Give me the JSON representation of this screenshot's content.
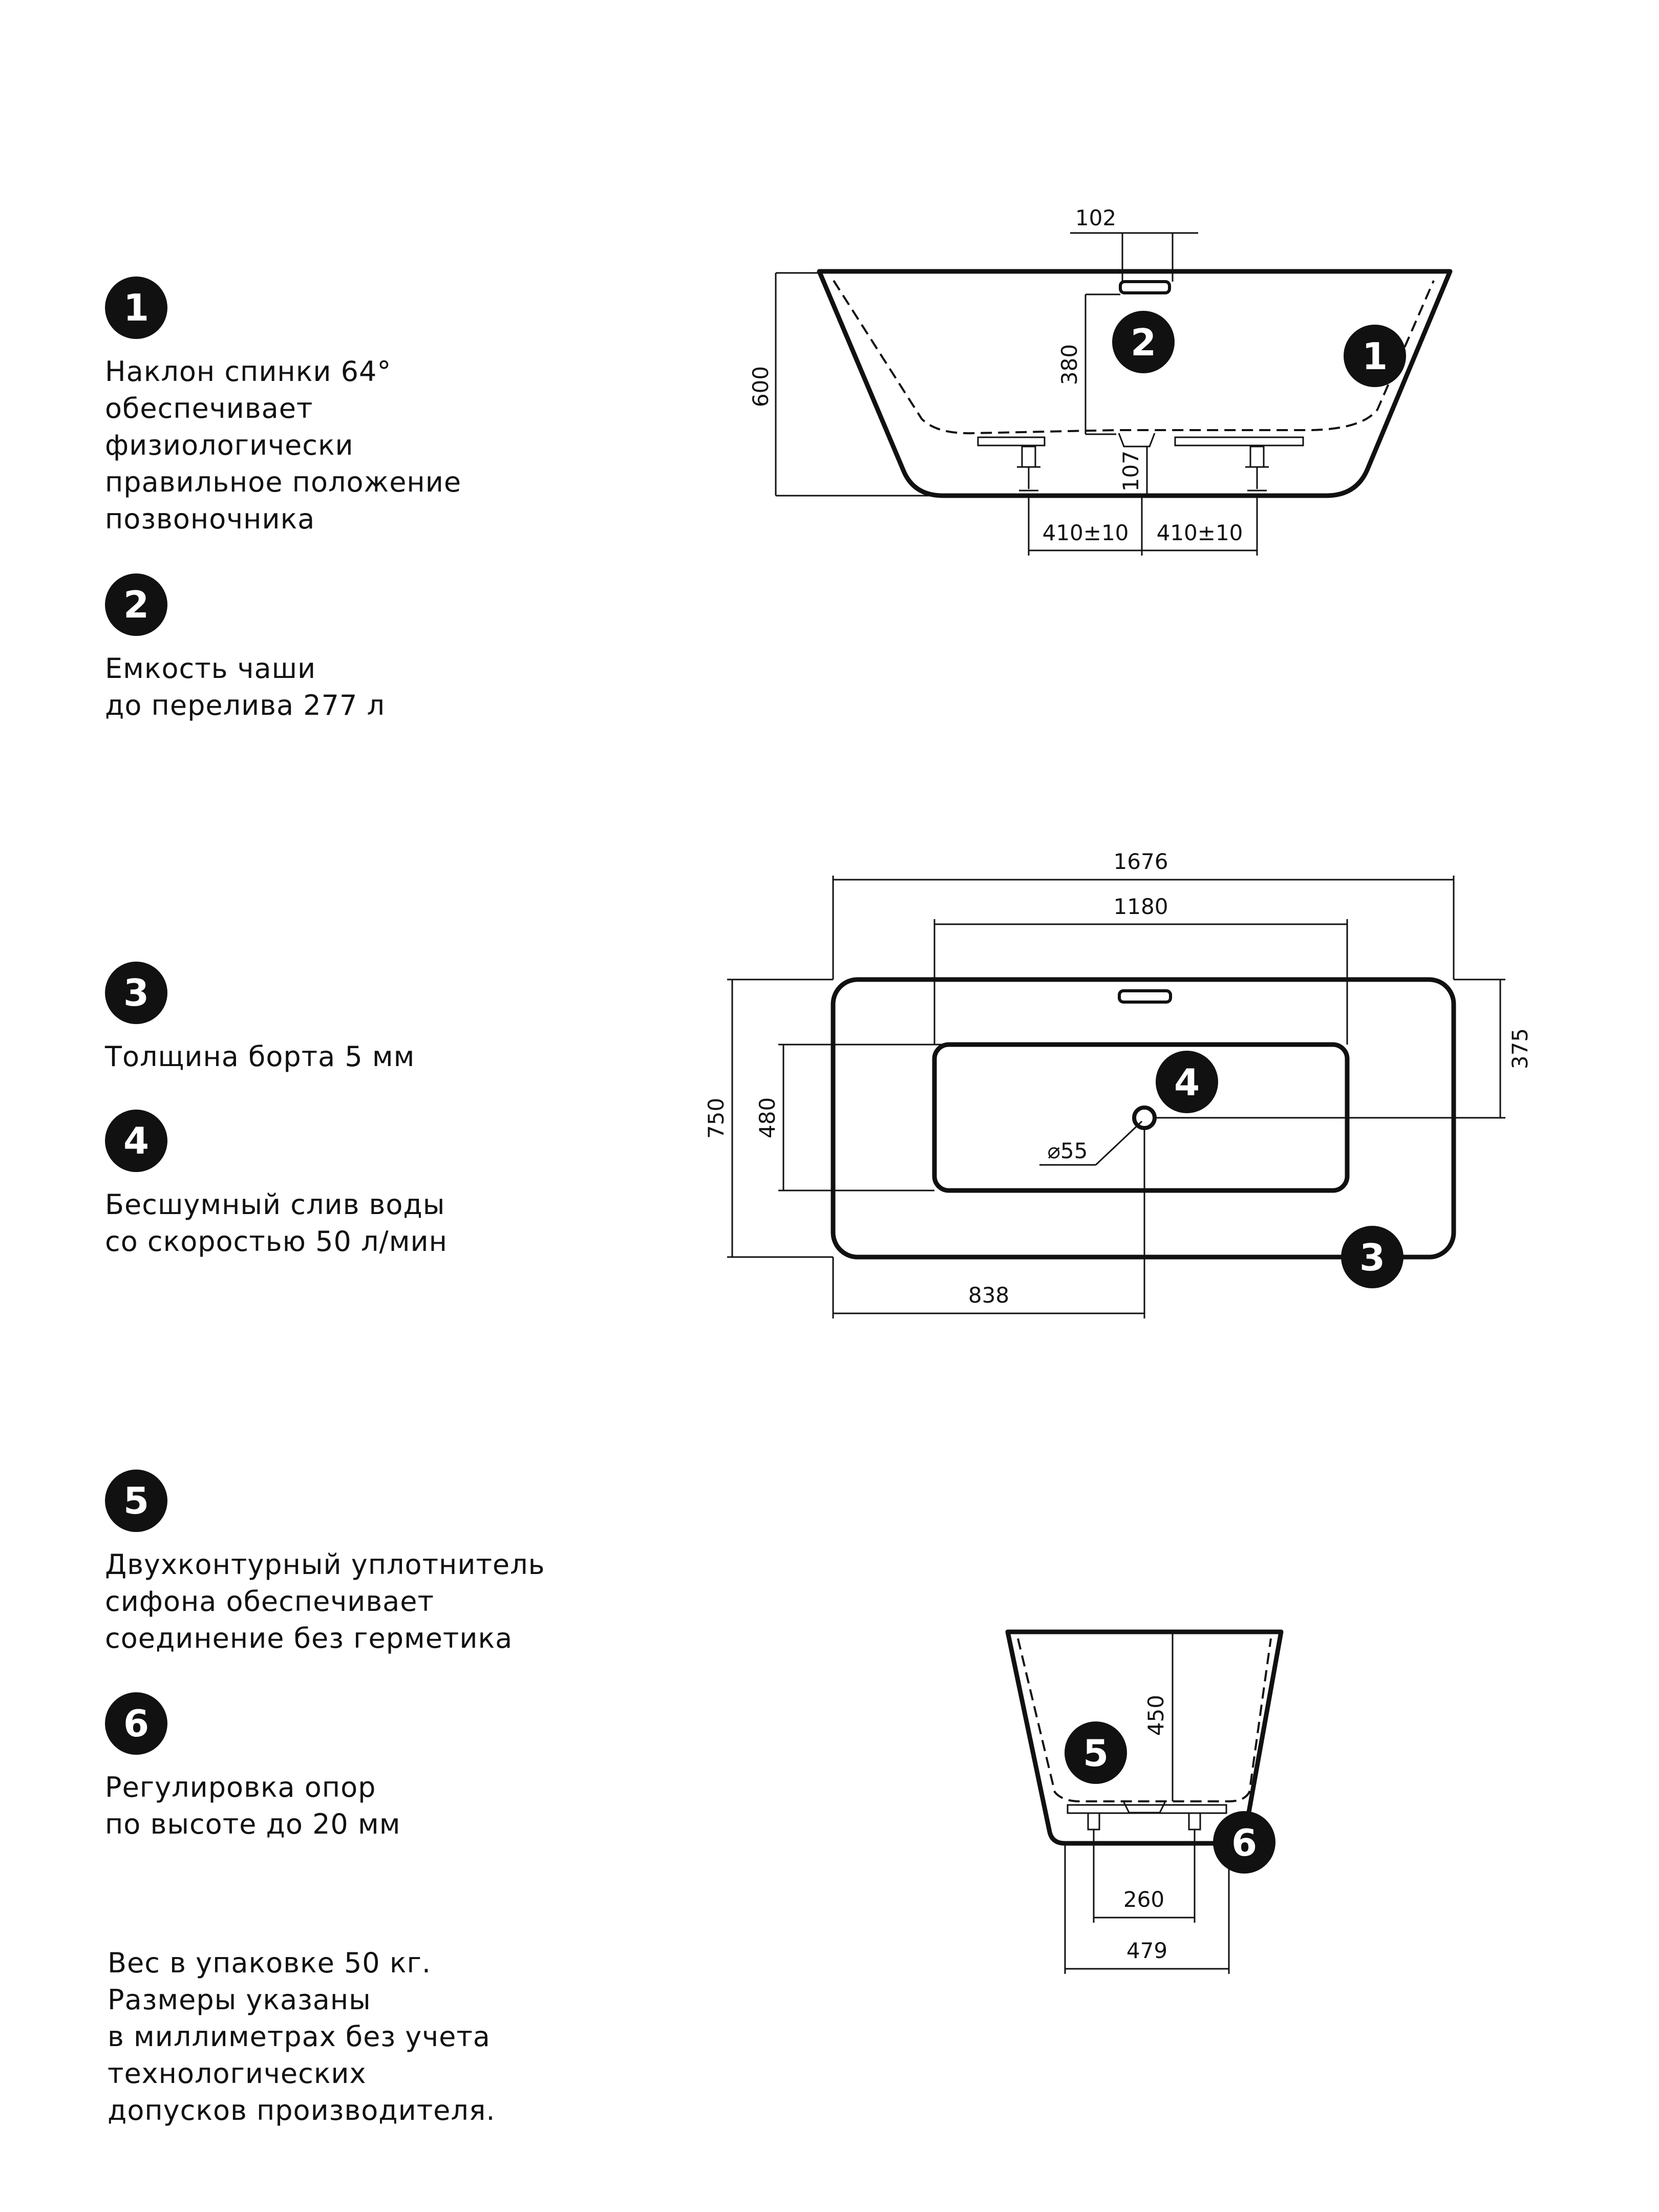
{
  "features": [
    {
      "num": "1",
      "text": "Наклон спинки 64°\nобеспечивает\nфизиологически\nправильное положение\nпозвоночника"
    },
    {
      "num": "2",
      "text": "Емкость чаши\nдо перелива 277 л"
    },
    {
      "num": "3",
      "text": "Толщина борта 5 мм"
    },
    {
      "num": "4",
      "text": "Бесшумный слив воды\nсо скоростью 50 л/мин"
    },
    {
      "num": "5",
      "text": "Двухконтурный уплотнитель\nсифона обеспечивает\nсоединение без герметика"
    },
    {
      "num": "6",
      "text": "Регулировка опор\nпо высоте до 20 мм"
    }
  ],
  "note": "Вес в упаковке 50 кг.\nРазмеры указаны\nв миллиметрах без учета\nтехнологических\nдопусков производителя.",
  "side_view": {
    "dims": {
      "overflow_width": "102",
      "height": "600",
      "overflow_depth": "380",
      "foot_height": "107",
      "foot_left": "410±10",
      "foot_right": "410±10"
    }
  },
  "top_view": {
    "dims": {
      "length": "1676",
      "inner_length": "1180",
      "width": "750",
      "inner_width": "480",
      "drain_offset": "375",
      "drain_diameter": "⌀55",
      "drain_position": "838"
    }
  },
  "end_view": {
    "dims": {
      "depth": "450",
      "foot_spacing": "260",
      "base_width": "479"
    }
  }
}
